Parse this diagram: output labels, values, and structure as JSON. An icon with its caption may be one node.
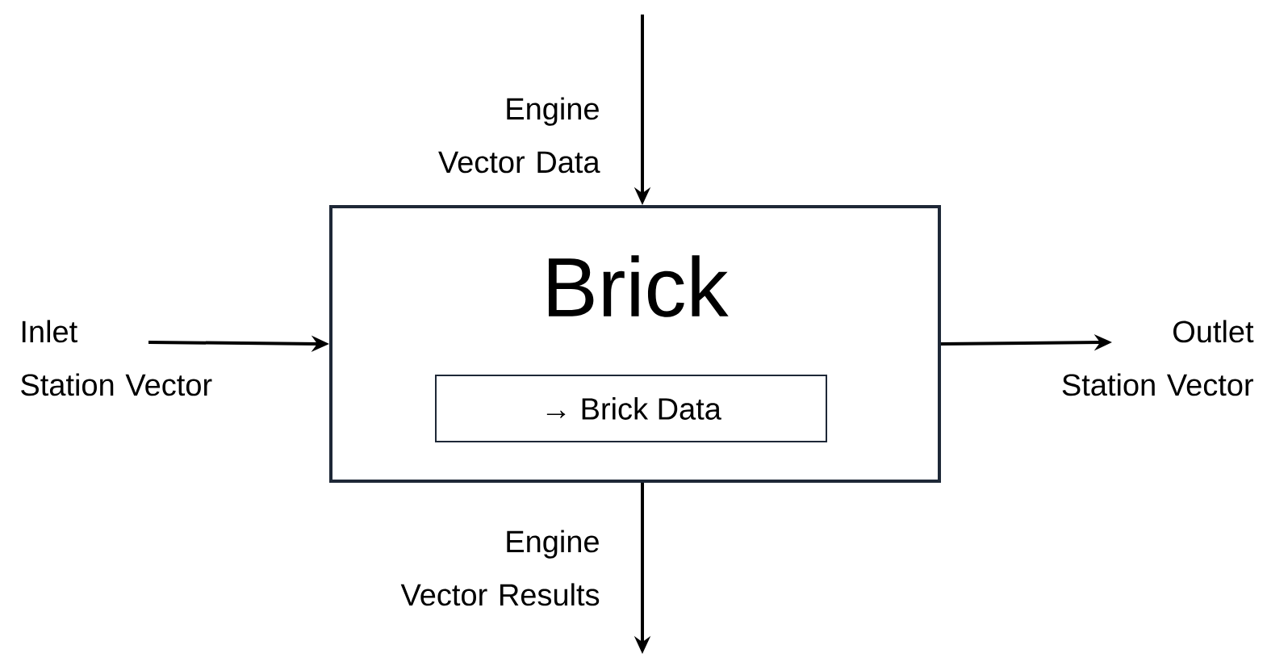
{
  "diagram": {
    "nodes": [
      {
        "text": [
          "Brick"
        ]
      },
      {
        "text": [
          "→ Brick Data"
        ],
        "in": 0
      },
      {
        "text": [
          "Inlet Station Vector"
        ]
      },
      {
        "text": [
          "Outlet Station Vector"
        ]
      }
    ],
    "edges": [
      {
        "from": 2,
        "to": 0,
        "arrow": "to"
      },
      {
        "from": 0,
        "to": 3,
        "arrow": "to"
      },
      {
        "from": null,
        "to": 0,
        "arrow": "to",
        "label": "Engine Vector Data"
      },
      {
        "from": 0,
        "to": null,
        "arrow": "to",
        "label": "Engine Vector Results"
      }
    ]
  }
}
